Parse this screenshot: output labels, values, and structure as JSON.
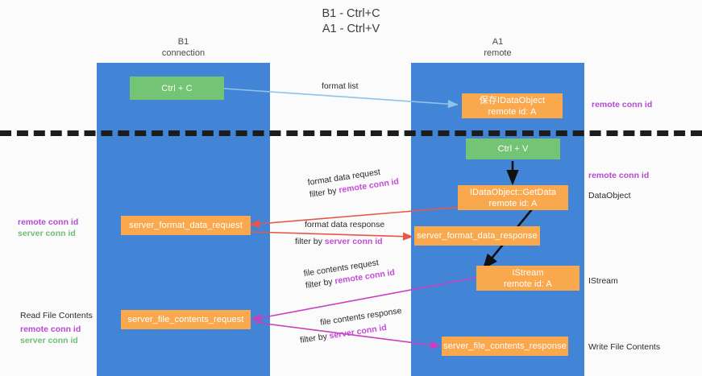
{
  "title": {
    "line1": "B1 - Ctrl+C",
    "line2": "A1 - Ctrl+V"
  },
  "lanes": [
    {
      "id": "b1",
      "name": "B1",
      "sub": "connection"
    },
    {
      "id": "a1",
      "name": "A1",
      "sub": "remote"
    }
  ],
  "nodes": {
    "ctrl_c": {
      "label": "Ctrl + C"
    },
    "save_idataobject": {
      "line1": "保存IDataObject",
      "line2": "remote id: A"
    },
    "ctrl_v": {
      "label": "Ctrl + V"
    },
    "getdata": {
      "line1": "IDataObject::GetData",
      "line2": "remote id: A"
    },
    "server_format_data_request": {
      "label": "server_format_data_request"
    },
    "server_format_data_response": {
      "label": "server_format_data_response"
    },
    "istream": {
      "line1": "IStream",
      "line2": "remote id: A"
    },
    "server_file_contents_request": {
      "label": "server_file_contents_request"
    },
    "server_file_contents_response": {
      "label": "server_file_contents_response"
    }
  },
  "edges": {
    "format_list": {
      "label": "format list"
    },
    "format_data_request": {
      "line1": "format data request",
      "line2_pre": "filter by ",
      "line2_hl": "remote conn id"
    },
    "format_data_response": {
      "line1": "format data response",
      "line2_pre": "filter by ",
      "line2_hl": "server conn id"
    },
    "file_contents_request": {
      "line1": "file contents request",
      "line2_pre": "filter by ",
      "line2_hl": "remote conn id"
    },
    "file_contents_response": {
      "line1": "file contents response",
      "line2_pre": "filter by ",
      "line2_hl": "server conn id"
    }
  },
  "annotations": {
    "right_remote_conn_id_top": "remote conn id",
    "right_remote_conn_id_mid": "remote conn id",
    "right_dataobject": "DataObject",
    "right_istream": "IStream",
    "right_write_file_contents": "Write File Contents",
    "left_read_file_contents": "Read File Contents",
    "left_remote_conn_id_a": "remote conn id",
    "left_server_conn_id_a": "server conn id",
    "left_remote_conn_id_b": "remote conn id",
    "left_server_conn_id_b": "server conn id"
  },
  "colors": {
    "lane": "#4285d6",
    "green_node": "#74c476",
    "orange_node": "#f9a84d",
    "arrow_blue": "#8fc3e8",
    "arrow_red": "#e8564a",
    "arrow_black": "#111111",
    "arrow_magenta": "#c93fc0",
    "accent_purple": "#b44ad0",
    "accent_green": "#6cbf72"
  }
}
